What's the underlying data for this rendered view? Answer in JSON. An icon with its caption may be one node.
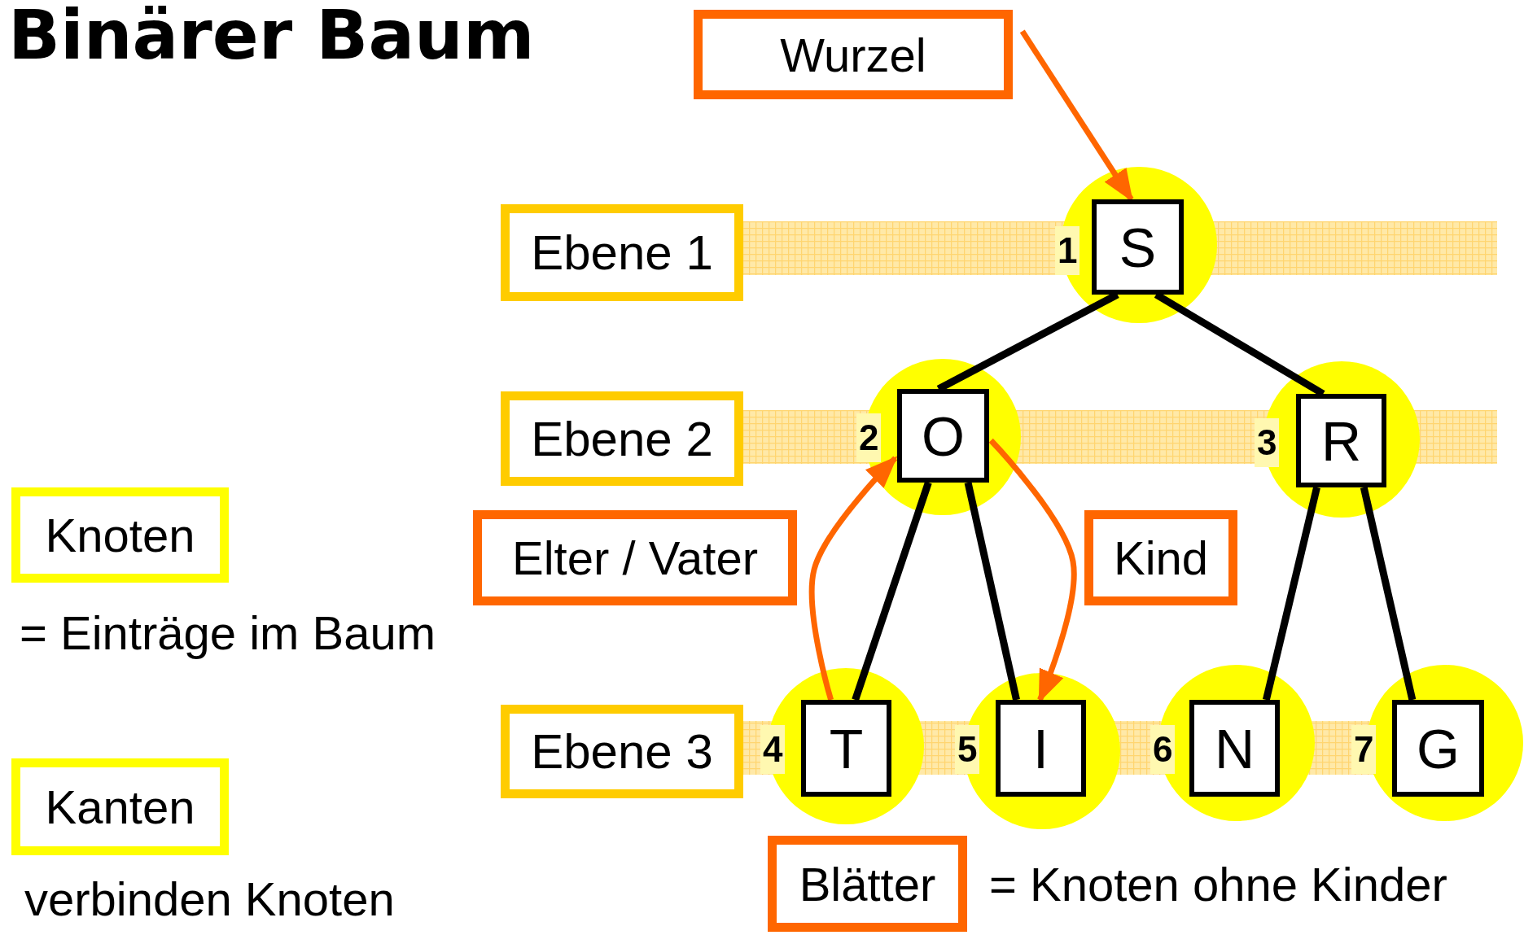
{
  "diagram": {
    "title": "Binärer Baum",
    "nodes": [
      {
        "text": [
          "Wurzel"
        ]
      },
      {
        "text": [
          "S"
        ],
        "beside": [
          "1"
        ]
      },
      {
        "text": [
          "O"
        ],
        "beside": [
          "2"
        ]
      },
      {
        "text": [
          "R"
        ],
        "beside": [
          "3"
        ]
      },
      {
        "text": [
          "T"
        ],
        "beside": [
          "4"
        ]
      },
      {
        "text": [
          "I"
        ],
        "beside": [
          "5"
        ]
      },
      {
        "text": [
          "N"
        ],
        "beside": [
          "6"
        ]
      },
      {
        "text": [
          "G"
        ],
        "beside": [
          "7"
        ]
      },
      {
        "text": [
          "Ebene 1"
        ]
      },
      {
        "text": [
          "Ebene 2"
        ]
      },
      {
        "text": [
          "Ebene 3"
        ]
      },
      {
        "text": [
          "Elter / Vater"
        ]
      },
      {
        "text": [
          "Kind"
        ]
      },
      {
        "text": [
          "Knoten"
        ]
      },
      {
        "text": [
          "Kanten"
        ]
      },
      {
        "text": [
          "Blätter"
        ]
      }
    ],
    "edges": [
      {
        "from": 0,
        "to": 1,
        "arrow": "to",
        "color": "#ff6600"
      },
      {
        "from": 1,
        "to": 2,
        "arrow": "none"
      },
      {
        "from": 1,
        "to": 3,
        "arrow": "none"
      },
      {
        "from": 2,
        "to": 4,
        "arrow": "none"
      },
      {
        "from": 2,
        "to": 5,
        "arrow": "none"
      },
      {
        "from": 3,
        "to": 6,
        "arrow": "none"
      },
      {
        "from": 3,
        "to": 7,
        "arrow": "none"
      },
      {
        "from": 4,
        "to": 2,
        "arrow": "to",
        "color": "#ff6600"
      },
      {
        "from": 2,
        "to": 5,
        "arrow": "to",
        "color": "#ff6600"
      }
    ],
    "labels": [
      "= Einträge im Baum",
      "verbinden Knoten",
      "= Knoten ohne Kinder"
    ]
  }
}
